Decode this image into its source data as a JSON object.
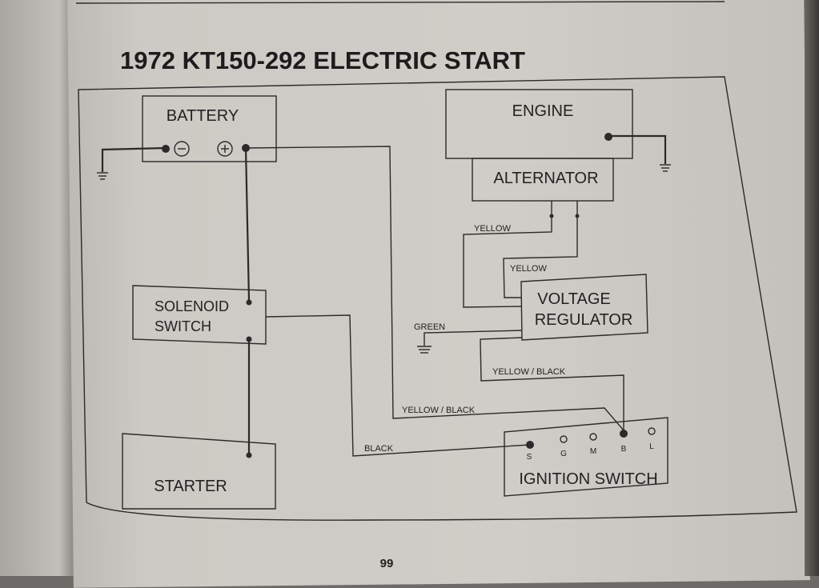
{
  "title": "1972 KT150-292 ELECTRIC START",
  "page_number": "99",
  "components": {
    "battery": "BATTERY",
    "engine": "ENGINE",
    "alternator": "ALTERNATOR",
    "solenoid_line1": "SOLENOID",
    "solenoid_line2": "SWITCH",
    "voltage_line1": "VOLTAGE",
    "voltage_line2": "REGULATOR",
    "starter": "STARTER",
    "ignition": "IGNITION SWITCH"
  },
  "battery_terminals": {
    "negative": "⊖",
    "positive": "⊕"
  },
  "wires": {
    "yellow_1": "YELLOW",
    "yellow_2": "YELLOW",
    "green": "GREEN",
    "yellow_black_1": "YELLOW / BLACK",
    "yellow_black_2": "YELLOW / BLACK",
    "black": "BLACK"
  },
  "ignition_terminals": [
    "S",
    "G",
    "M",
    "B",
    "L"
  ],
  "colors": {
    "ink": "#2a2a2a",
    "paper": "#cdc9c4"
  }
}
